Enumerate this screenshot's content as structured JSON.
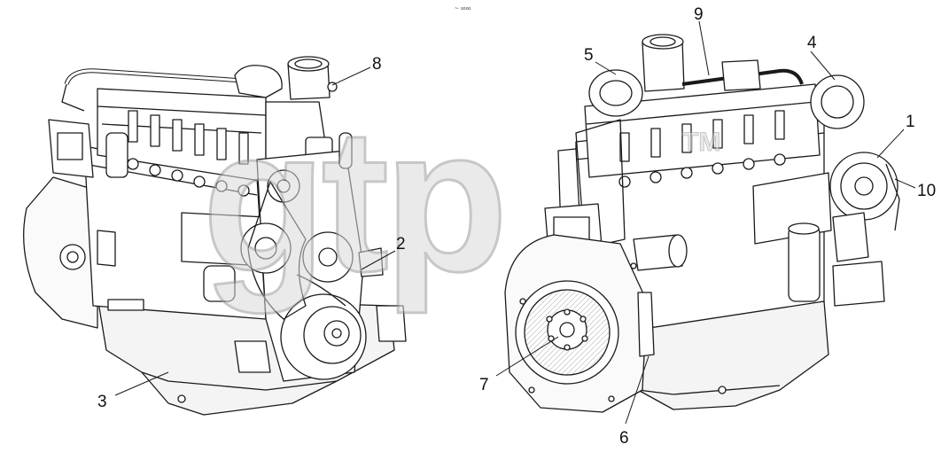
{
  "header": {
    "mark": "~ ∞∞"
  },
  "watermark": {
    "text": "gtp",
    "tm": "TM",
    "fill": "#d9d9d9",
    "stroke": "#9a9a9a"
  },
  "colors": {
    "line": "#1a1a1a",
    "fill": "#ffffff",
    "shade": "#e6e6e6"
  },
  "callouts": [
    {
      "label": "1"
    },
    {
      "label": "2"
    },
    {
      "label": "3"
    },
    {
      "label": "4"
    },
    {
      "label": "5"
    },
    {
      "label": "6"
    },
    {
      "label": "7"
    },
    {
      "label": "8"
    },
    {
      "label": "9"
    },
    {
      "label": "10"
    }
  ]
}
